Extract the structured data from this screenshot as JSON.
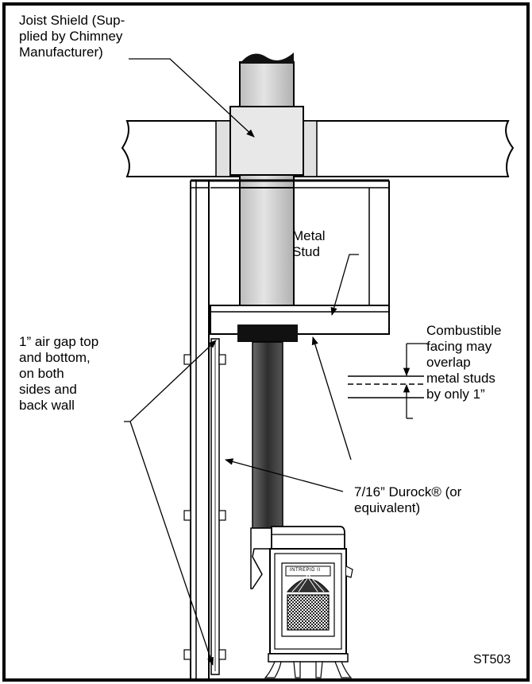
{
  "labels": {
    "joist_shield": "Joist Shield (Sup-\nplied by Chimney\nManufacturer)",
    "metal_stud": "Metal\nStud",
    "combustible": "Combustible\nfacing may\noverlap\nmetal studs\nby only 1”",
    "air_gap": "1” air gap top\nand bottom,\non both\nsides and\nback wall",
    "durock": "7/16” Durock® (or\nequivalent)",
    "figure_code": "ST503",
    "stove_badge": "INTREPID II"
  },
  "colors": {
    "line": "#000000",
    "pipe_fill": "#d4d4d4",
    "shield_fill": "#e6e6e6",
    "stovepipe_fill": "#4a4a4a",
    "background": "#ffffff"
  }
}
